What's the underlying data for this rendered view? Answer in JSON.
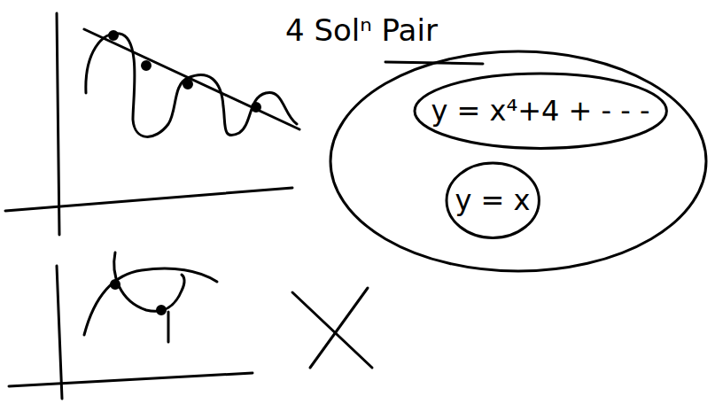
{
  "diagram": {
    "title": "4 Solⁿ Pair",
    "nodes": [
      {
        "text": [
          "y = x⁴+4 + - - -"
        ]
      },
      {
        "text": [
          "y = x"
        ]
      }
    ]
  }
}
